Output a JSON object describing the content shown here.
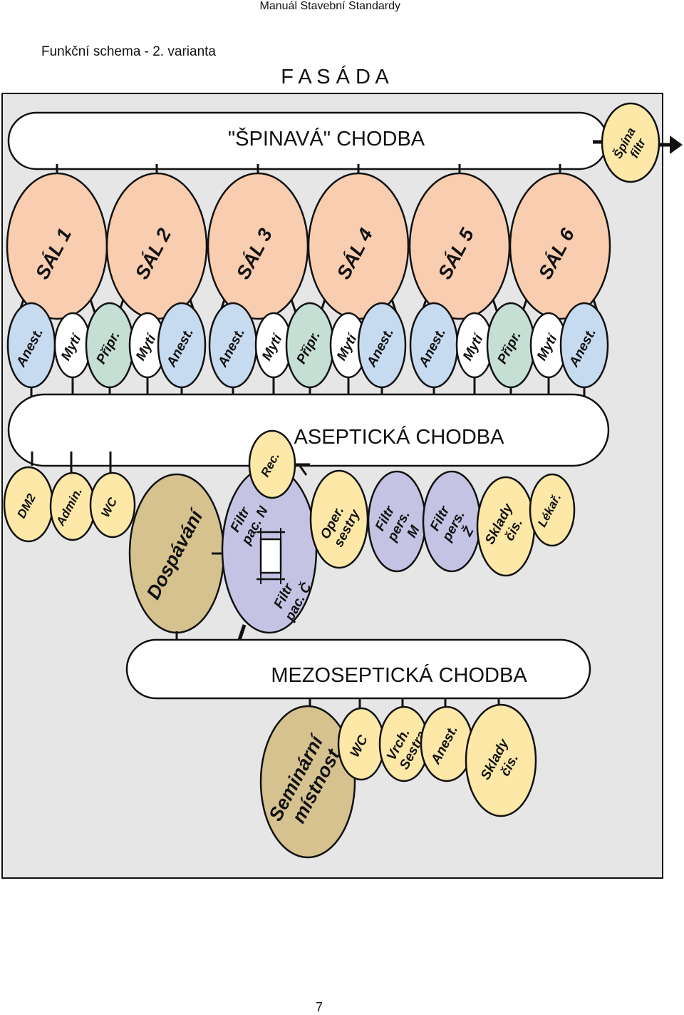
{
  "header": {
    "title": "Manuál Stavební Standardy"
  },
  "subtitle": "Funkční schema - 2. varianta",
  "facade": "F A S Á D A",
  "dirty_corridor": "\"ŠPINAVÁ\" CHODBA",
  "dirty_filter": {
    "line1": "Špína",
    "line2": "filtr"
  },
  "operating_rooms": [
    "SÁL  1",
    "SÁL  2",
    "SÁL  3",
    "SÁL  4",
    "SÁL  5",
    "SÁL  6"
  ],
  "support_rooms": {
    "anest": "Anest.",
    "myti": "Mytí",
    "pripr": "Připr."
  },
  "aseptic_corridor": "ASEPTICKÁ CHODBA",
  "aseptic_rooms": {
    "dm2": "DM2",
    "admin": "Admin.",
    "wc": "WC",
    "rec": "Rec.",
    "dospavani": "Dospávání",
    "filtr_pac_n": {
      "line1": "Filtr",
      "line2": "pac. N"
    },
    "filtr_pac_c": {
      "line1": "Filtr",
      "line2": "pac. Č"
    },
    "oper_sestry": {
      "line1": "Oper.",
      "line2": "sestry"
    },
    "filtr_pers_m": {
      "line1": "Filtr",
      "line2": "pers.",
      "line3": "M"
    },
    "filtr_pers_z": {
      "line1": "Filtr",
      "line2": "pers.",
      "line3": "Ž"
    },
    "sklady_cis": {
      "line1": "Sklady",
      "line2": "čis."
    },
    "lekar": "Lékař."
  },
  "mezoseptic_corridor": "MEZOSEPTICKÁ CHODBA",
  "mezoseptic_rooms": {
    "seminarni": {
      "line1": "Seminární",
      "line2": "místnost"
    },
    "wc": "WC",
    "vrch_sestra": {
      "line1": "Vrch.",
      "line2": "Sestra"
    },
    "anest": "Anest.",
    "sklady_cis": {
      "line1": "Sklady",
      "line2": "čis."
    }
  },
  "page_number": "7",
  "colors": {
    "operating_room": "#f9cdb0",
    "anest": "#c6daf0",
    "myti": "#ffffff",
    "pripr": "#c5dfd4",
    "filter_purple": "#c5c3e3",
    "dospavani": "#d6c28e",
    "cream": "#fde8a8",
    "frame": "#e6e6e6"
  }
}
